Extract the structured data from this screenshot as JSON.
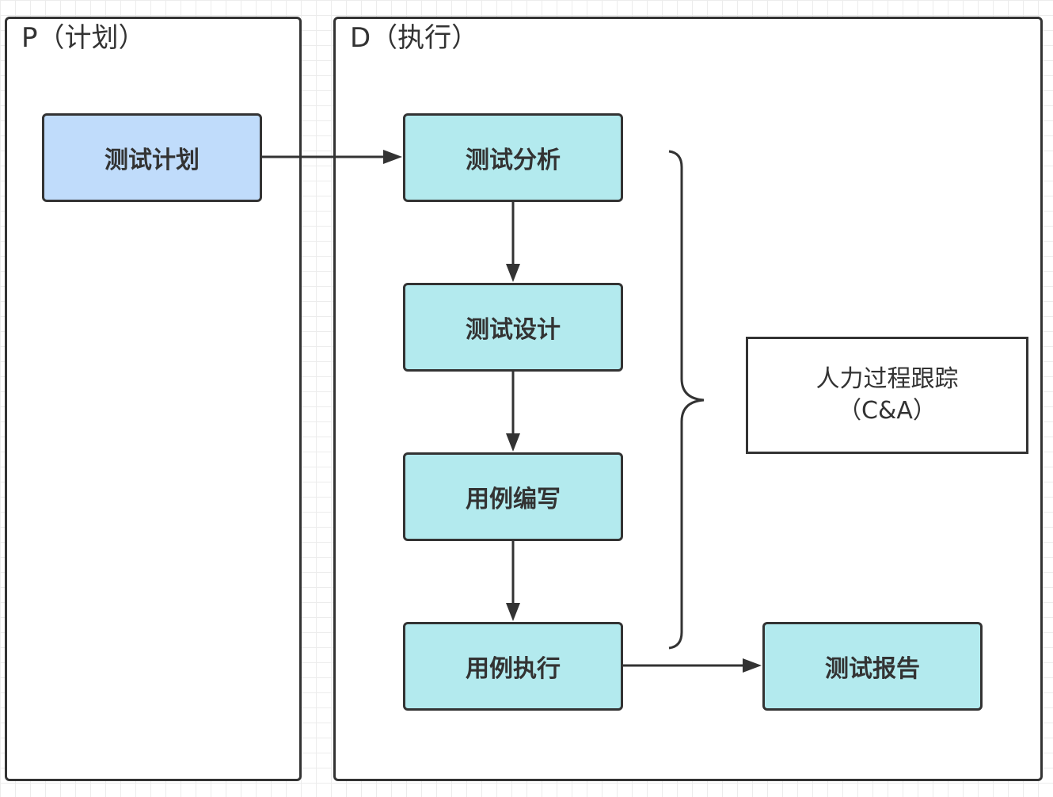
{
  "panels": {
    "plan": {
      "title": "P（计划）"
    },
    "do": {
      "title": "D（执行）"
    }
  },
  "nodes": {
    "test_plan": "测试计划",
    "test_analysis": "测试分析",
    "test_design": "测试设计",
    "case_writing": "用例编写",
    "case_execution": "用例执行",
    "test_report": "测试报告"
  },
  "note": {
    "line1": "人力过程跟踪",
    "line2": "（C&A）"
  },
  "colors": {
    "plan_fill": "#c0dcfb",
    "step_fill": "#b3eaee",
    "stroke": "#333333"
  }
}
